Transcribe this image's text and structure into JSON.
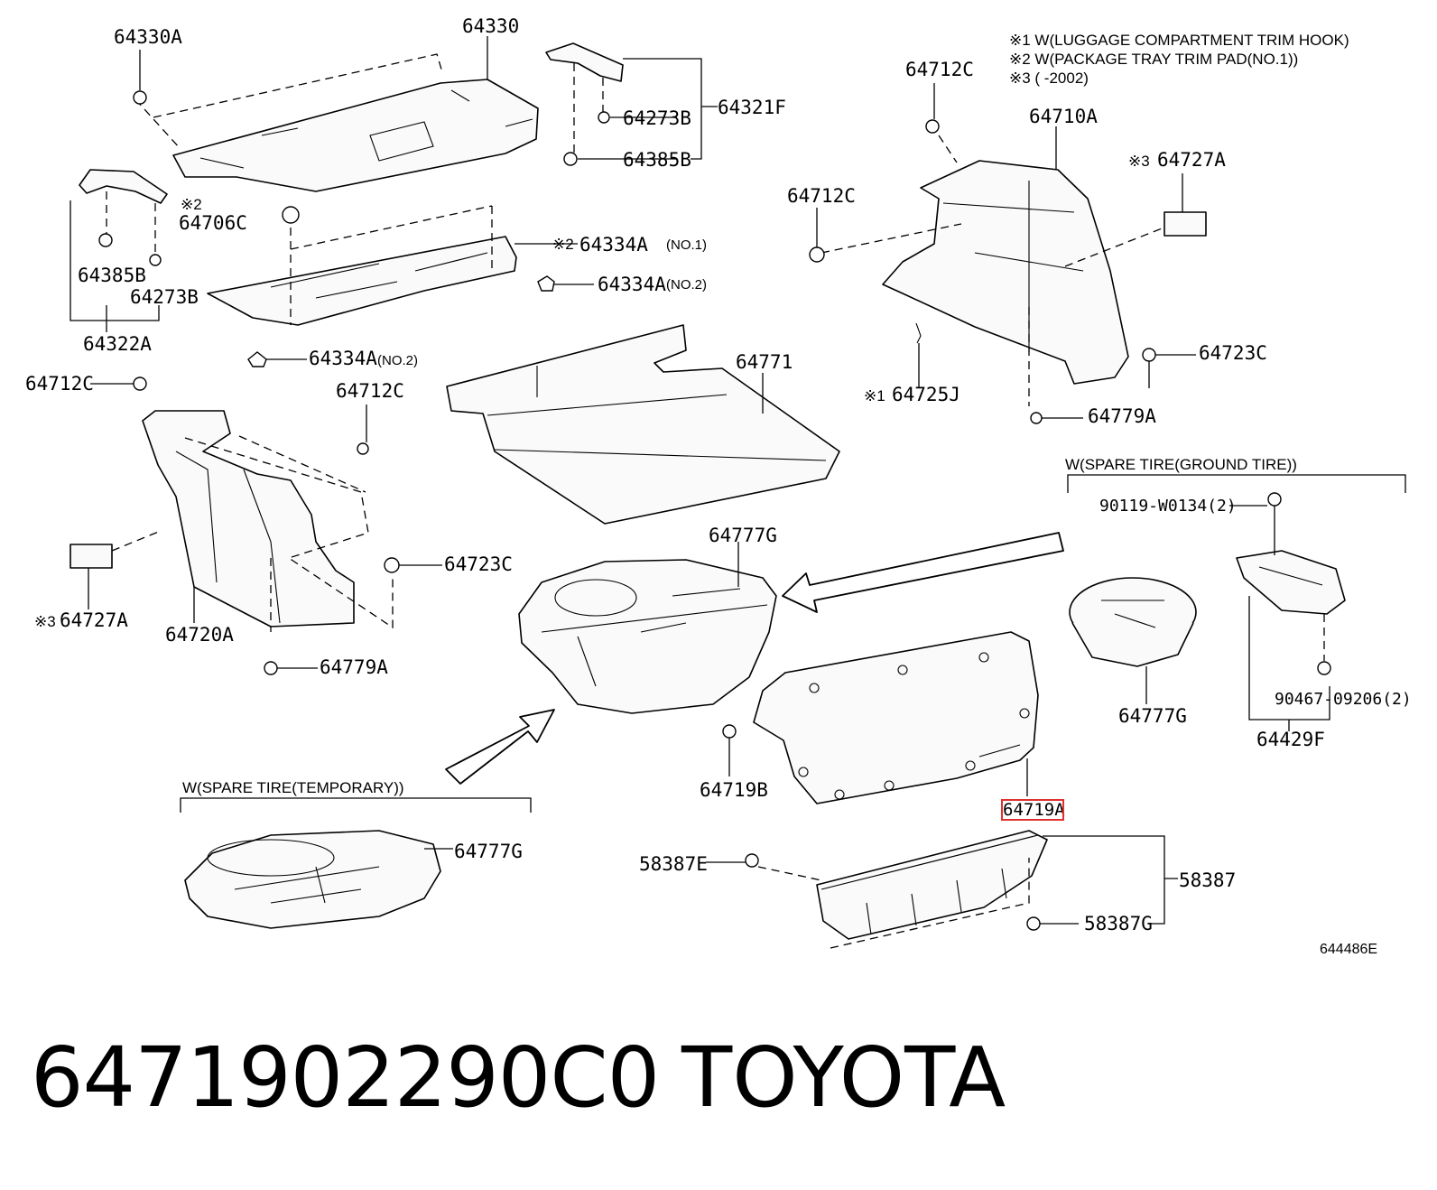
{
  "labels": {
    "l64330A": "64330A",
    "l64330": "64330",
    "l64273B_top": "64273B",
    "l64321F": "64321F",
    "l64385B_top": "64385B",
    "l64706C_mark": "※2",
    "l64706C": "64706C",
    "l64334A_no1": "64334A",
    "l64334A_no1_mark": "※2",
    "l64334A_no1_suffix": "(NO.1)",
    "l64334A_no2_right": "64334A",
    "l64334A_no2_right_suffix": "(NO.2)",
    "l64334A_no2_left": "64334A",
    "l64334A_no2_left_suffix": "(NO.2)",
    "l64385B_left": "64385B",
    "l64273B_left": "64273B",
    "l64322A": "64322A",
    "l64712C_left": "64712C",
    "l64712C_mid": "64712C",
    "l64723C_left": "64723C",
    "l64727A_left_mark": "※3",
    "l64727A_left": "64727A",
    "l64720A": "64720A",
    "l64779A_left": "64779A",
    "l64771": "64771",
    "l64777G_center": "64777G",
    "l64712C_right_top": "64712C",
    "l64710A": "64710A",
    "l64727A_right_mark": "※3",
    "l64727A_right": "64727A",
    "l64712C_right_mid": "64712C",
    "l64723C_right": "64723C",
    "l64725J_mark": "※1",
    "l64725J": "64725J",
    "l64779A_right": "64779A",
    "l90119": "90119-W0134(2)",
    "l64777G_right": "64777G",
    "l90467": "90467-09206(2)",
    "l64429F": "64429F",
    "l64719B": "64719B",
    "l64719A": "64719A",
    "l64777G_bottom": "64777G",
    "l58387E": "58387E",
    "l58387": "58387",
    "l58387G": "58387G",
    "l644486E": "644486E"
  },
  "notes": {
    "n1": "※1 W(LUGGAGE COMPARTMENT TRIM HOOK)",
    "n2": "※2 W(PACKAGE TRAY TRIM PAD(NO.1))",
    "n3": "※3 (        -2002)"
  },
  "groups": {
    "ground_tire": "W(SPARE TIRE(GROUND TIRE))",
    "temporary_tire": "W(SPARE TIRE(TEMPORARY))"
  },
  "footer": {
    "part_number": "6471902290C0",
    "brand": "TOYOTA"
  },
  "colors": {
    "highlight": "#e03030",
    "line": "#000000",
    "background": "#ffffff"
  }
}
